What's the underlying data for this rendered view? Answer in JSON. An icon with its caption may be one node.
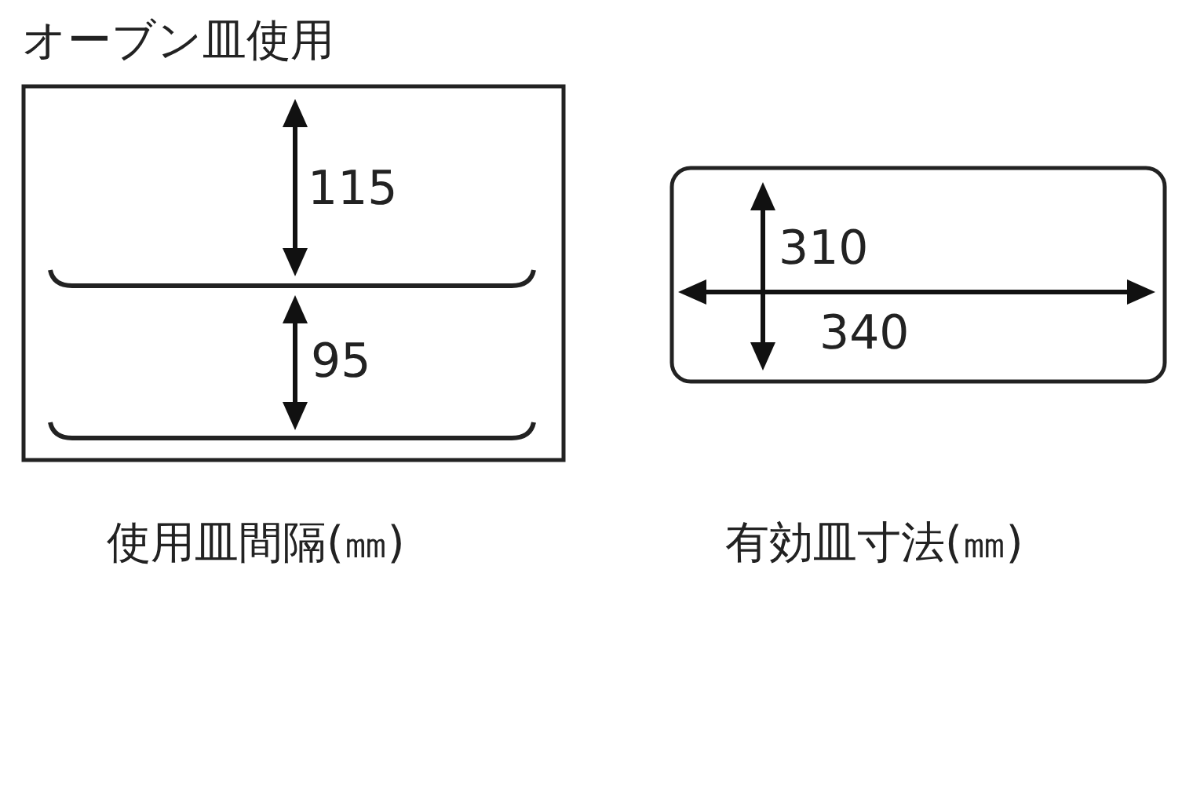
{
  "diagram": {
    "nodes": [
      {
        "text": [
          "オーブン皿使用"
        ],
        "beside": [
          "使用皿間隔(㎜)"
        ]
      },
      {
        "text": [],
        "shape": "box",
        "beside": [
          "有効皿寸法(㎜)"
        ]
      }
    ],
    "labels": [
      "115",
      "95",
      "310",
      "340"
    ]
  }
}
